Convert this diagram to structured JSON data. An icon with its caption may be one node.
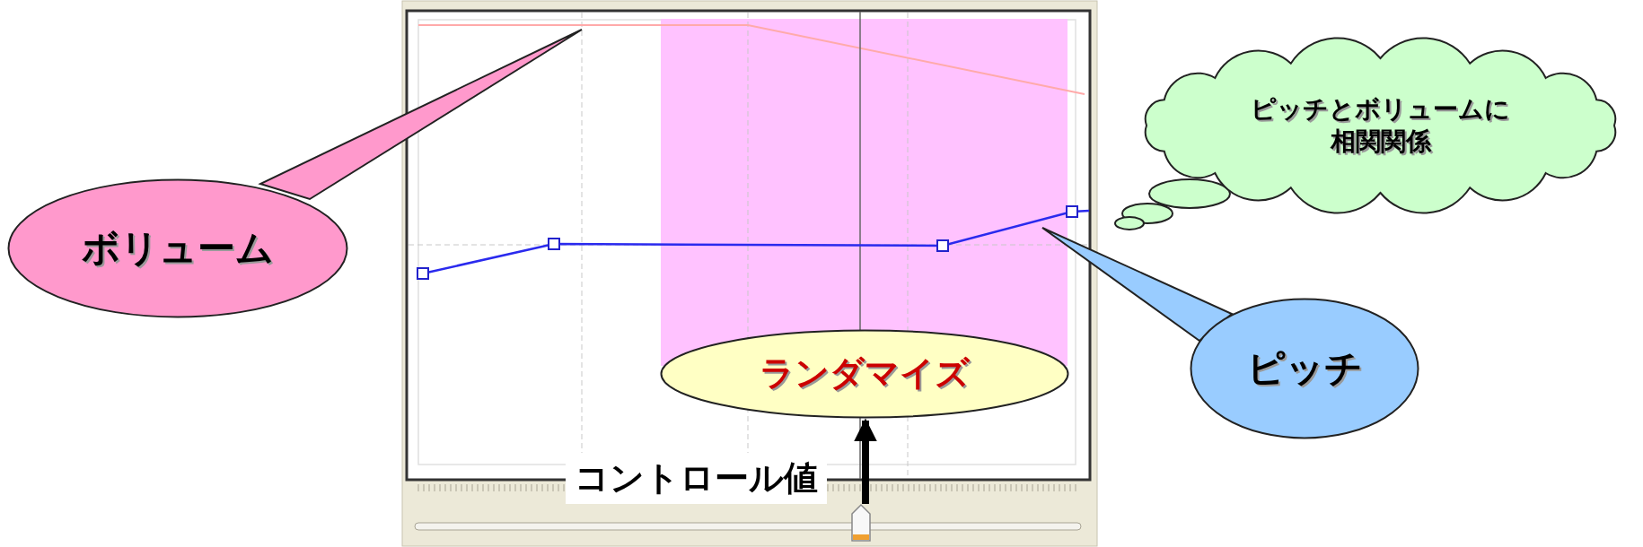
{
  "diagram": {
    "nodes": [
      {
        "text": [
          "ボリューム"
        ]
      },
      {
        "text": [
          "ピッチとボリュームに相関関係"
        ]
      },
      {
        "text": [
          "ランダマイズ"
        ]
      },
      {
        "text": [
          "ピッチ"
        ]
      }
    ],
    "edges": [
      {
        "from": null,
        "to": 2,
        "arrow": "to",
        "label": "コントロール値"
      }
    ]
  }
}
